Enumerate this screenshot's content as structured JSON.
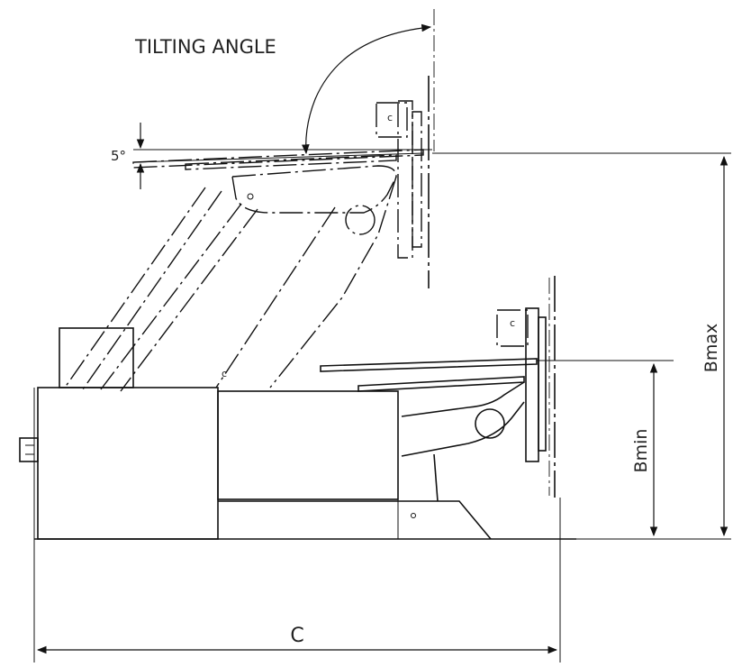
{
  "labels": {
    "tilting_angle": "TILTING ANGLE",
    "five_degrees": "5°",
    "bmax": "Bmax",
    "bmin": "Bmin",
    "c": "C"
  }
}
